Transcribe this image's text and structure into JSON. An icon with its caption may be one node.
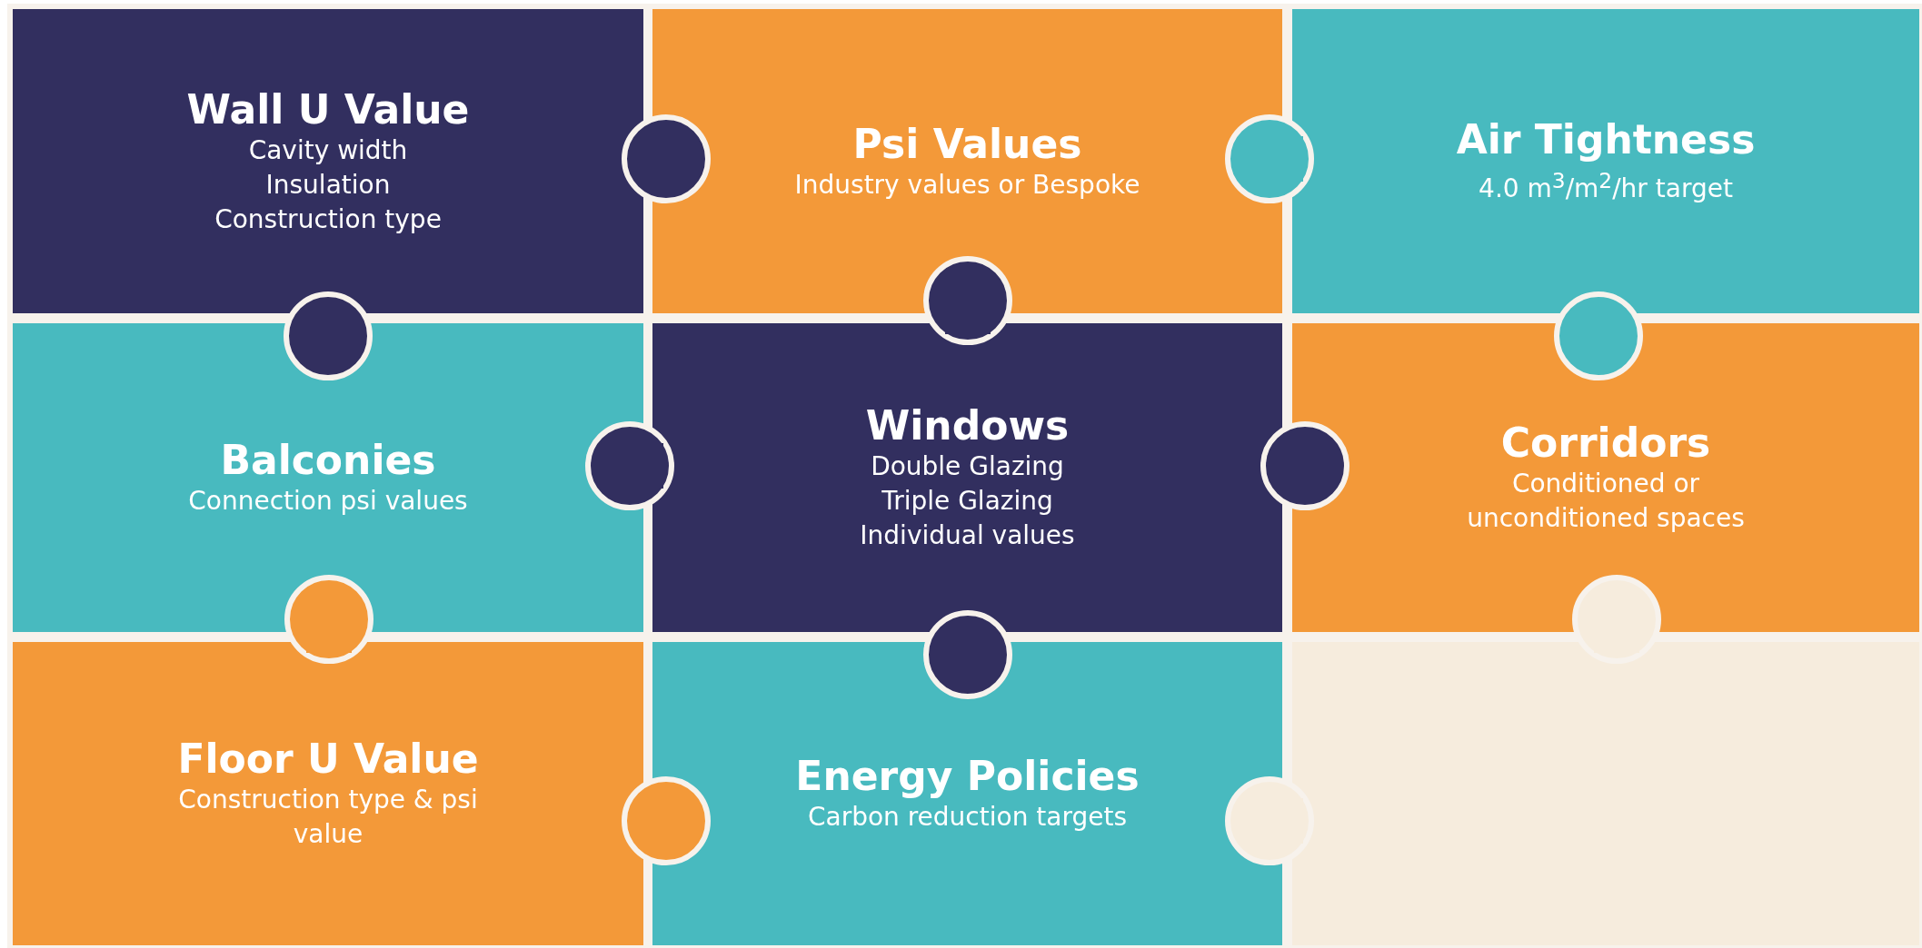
{
  "diagram": {
    "nodes": [
      {
        "text": [
          "Wall U Value",
          "Cavity width",
          "Insulation",
          "Construction type"
        ]
      },
      {
        "text": [
          "Psi Values",
          "Industry values or Bespoke"
        ]
      },
      {
        "text": [
          "Air Tightness",
          "4.0 m$^{3}$/m$^{2}$/hr target"
        ]
      },
      {
        "text": [
          "Balconies",
          "Connection psi values"
        ]
      },
      {
        "text": [
          "Windows",
          "Double Glazing",
          "Triple Glazing",
          "Individual values"
        ]
      },
      {
        "text": [
          "Corridors",
          "Conditioned or unconditioned spaces"
        ]
      },
      {
        "text": [
          "Floor U Value",
          "Construction type & psi value"
        ]
      },
      {
        "text": [
          "Energy Policies",
          "Carbon reduction targets"
        ]
      },
      {
        "text": [],
        "shape": "box"
      }
    ]
  }
}
